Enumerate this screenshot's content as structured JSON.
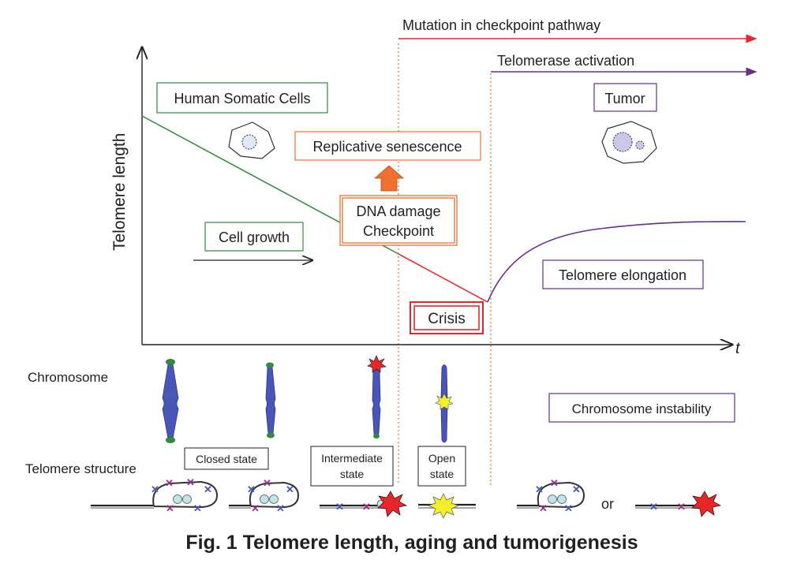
{
  "axes": {
    "y_label": "Telomere length",
    "x_label": "t"
  },
  "arrows": {
    "mutation": "Mutation in checkpoint pathway",
    "telomerase": "Telomerase activation",
    "cell_growth": "Cell growth"
  },
  "boxes": {
    "somatic": "Human Somatic Cells",
    "senescence": "Replicative senescence",
    "dna_line1": "DNA damage",
    "dna_line2": "Checkpoint",
    "crisis": "Crisis",
    "tumor": "Tumor",
    "elongation": "Telomere elongation",
    "instability": "Chromosome instability"
  },
  "rows": {
    "chromosome": "Chromosome",
    "telomere_structure": "Telomere structure"
  },
  "states": {
    "closed": "Closed state",
    "intermediate_1": "Intermediate",
    "intermediate_2": "state",
    "open_1": "Open",
    "open_2": "state"
  },
  "or_label": "or",
  "caption": "Fig. 1 Telomere length, aging and tumorigenesis",
  "colors": {
    "green": "#2e8b3e",
    "red": "#e8262a",
    "purple": "#6a2c8e",
    "orange": "#f07030",
    "chromosome": "#4a55b8",
    "dotted": "#d9823a"
  }
}
